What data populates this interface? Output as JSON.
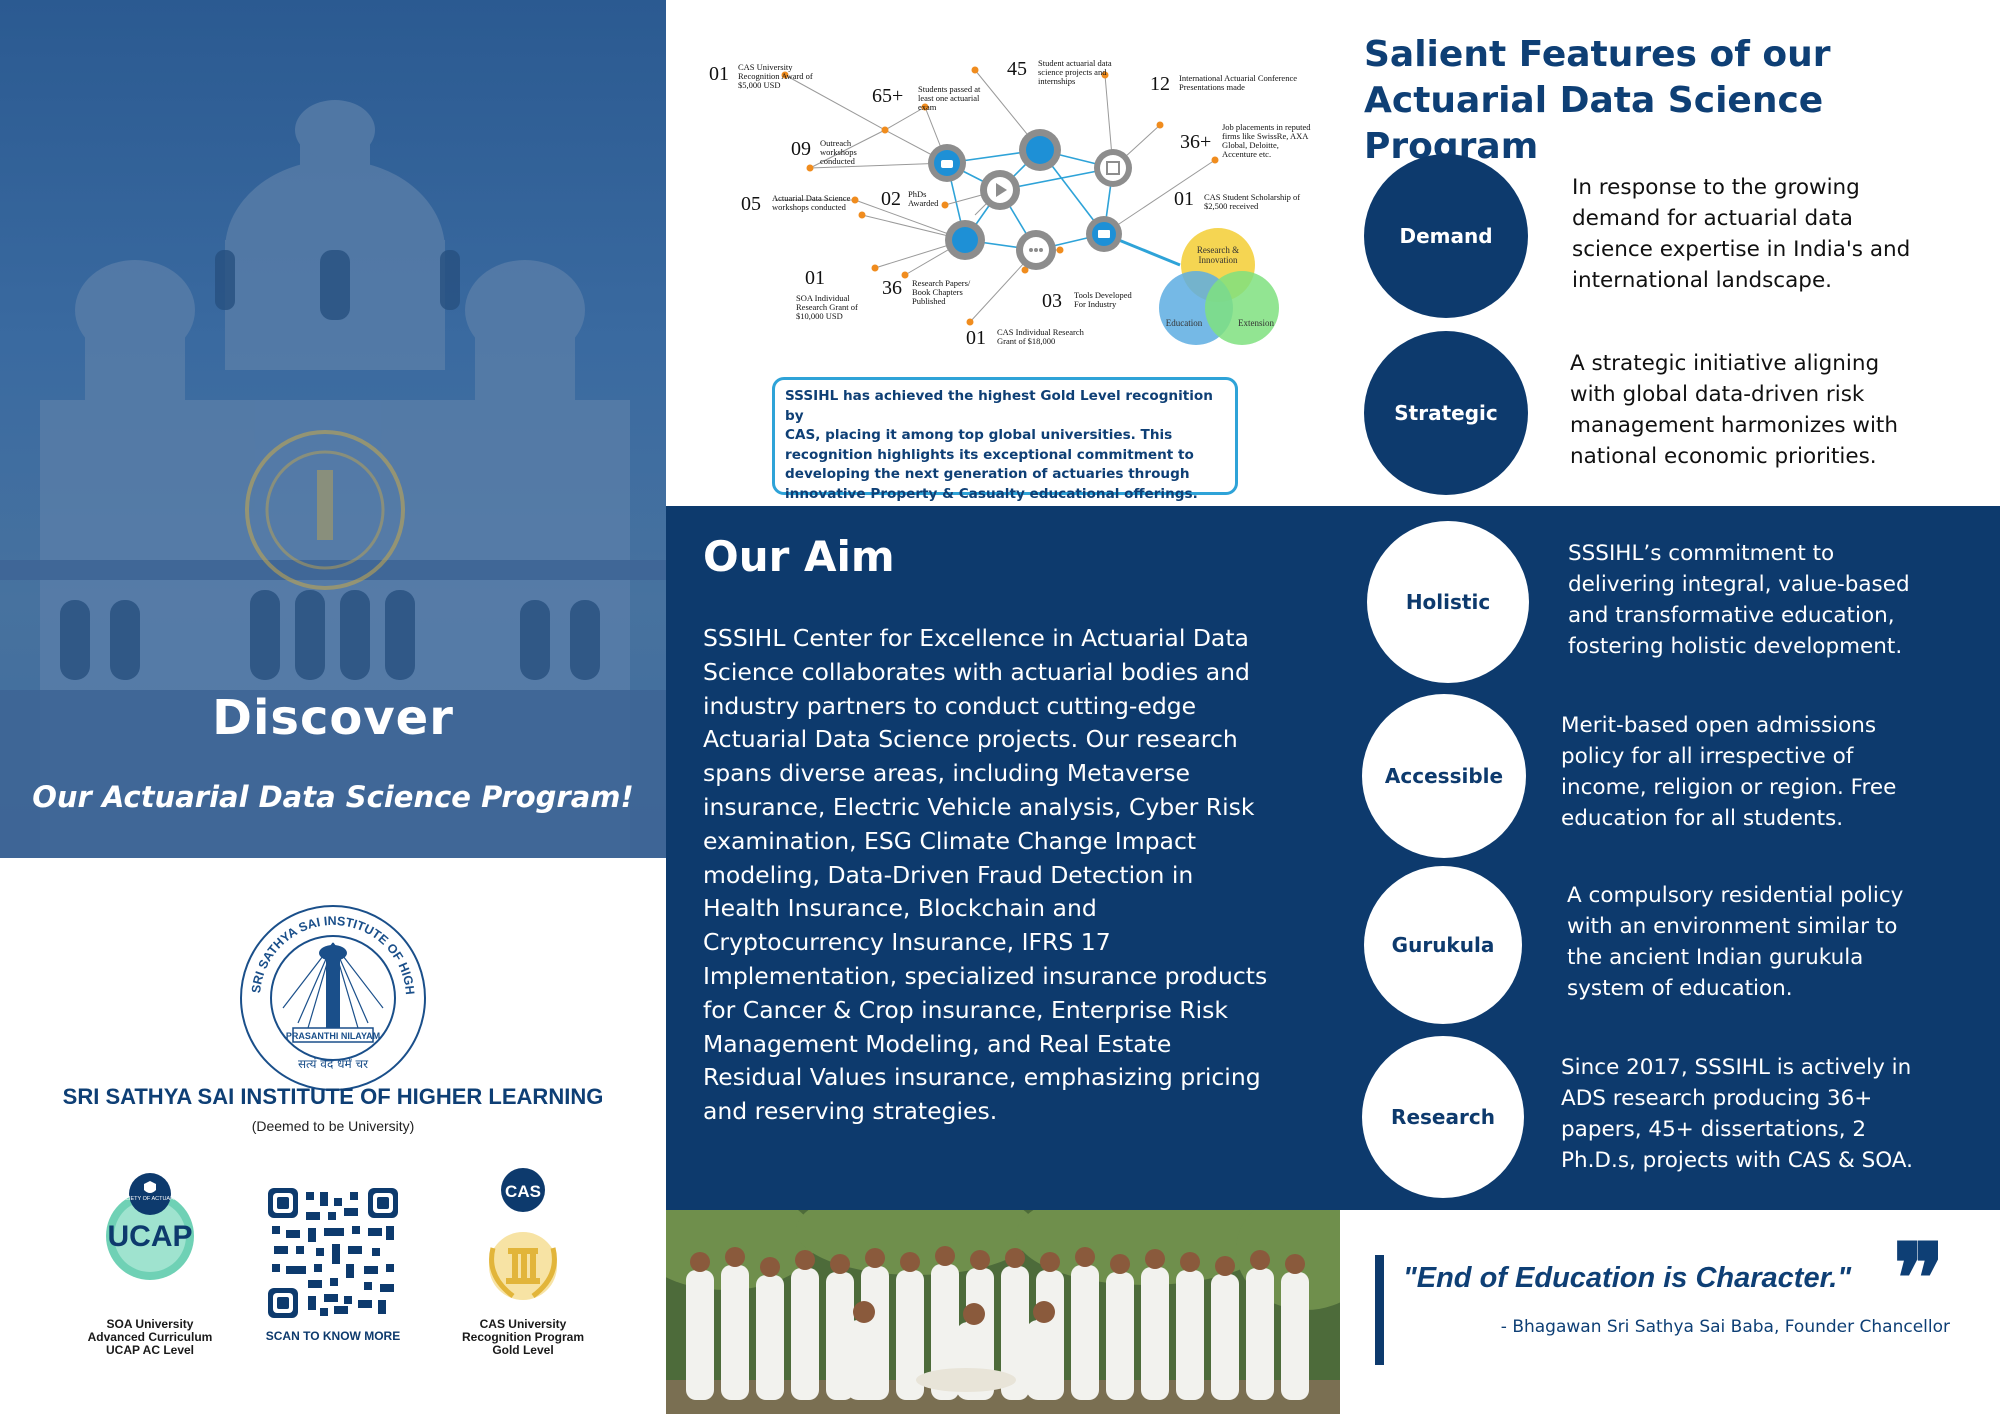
{
  "hero": {
    "title": "Discover",
    "subtitle": "Our Actuarial Data Science Program!"
  },
  "institute": {
    "seal_text": "SRI SATHYA SAI INSTITUTE OF HIGHER LEARNING",
    "seal_inner": "PRASANTHI NILAYAM",
    "seal_motto": "सत्यं वद धर्मं चर",
    "name": "SRI SATHYA SAI INSTITUTE OF HIGHER LEARNING",
    "subtitle": "(Deemed to be University)"
  },
  "badges": [
    {
      "logo_top": "SOCIETY OF ACTUARIES",
      "logo_main": "UCAP",
      "caption": [
        "SOA University",
        "Advanced Curriculum",
        "UCAP AC Level"
      ]
    },
    {
      "caption": [
        "SCAN TO KNOW MORE"
      ]
    },
    {
      "logo_main": "CAS",
      "caption": [
        "CAS University",
        "Recognition Program",
        "Gold Level"
      ]
    }
  ],
  "infographic": {
    "stats": [
      {
        "num": "01",
        "text": [
          "CAS University",
          "Recognition Award of",
          "$5,000 USD"
        ]
      },
      {
        "num": "65+",
        "text": [
          "Students passed at",
          "least one actuarial",
          "exam"
        ]
      },
      {
        "num": "45",
        "text": [
          "Student actuarial data",
          "science projects and",
          "internships"
        ]
      },
      {
        "num": "12",
        "text": [
          "International Actuarial Conference",
          "Presentations made"
        ]
      },
      {
        "num": "36+",
        "text": [
          "Job placements in reputed",
          "firms like SwissRe, AXA",
          "Global, Deloitte,",
          "Accenture etc."
        ]
      },
      {
        "num": "09",
        "text": [
          "Outreach",
          "workshops",
          "conducted"
        ]
      },
      {
        "num": "01",
        "text": [
          "CAS Student Scholarship of",
          "$2,500 received"
        ]
      },
      {
        "num": "05",
        "text": [
          "Actuarial Data Science",
          "workshops conducted"
        ]
      },
      {
        "num": "02",
        "text": [
          "PhDs",
          "Awarded"
        ]
      },
      {
        "num": "01",
        "text": [
          "SOA Individual",
          "Research Grant of",
          "$10,000 USD"
        ]
      },
      {
        "num": "36",
        "text": [
          "Research Papers/",
          "Book Chapters",
          "Published"
        ]
      },
      {
        "num": "03",
        "text": [
          "Tools Developed",
          "For Industry"
        ]
      },
      {
        "num": "01",
        "text": [
          "CAS Individual Research",
          "Grant of $18,000"
        ]
      }
    ],
    "venn": [
      "Research &",
      "Innovation",
      "Education",
      "Extension"
    ],
    "node_icons": [
      "thumbs-up-icon",
      "target-icon",
      "edit-icon",
      "play-icon",
      "chat-icon",
      "mail-icon",
      "circle-icon"
    ]
  },
  "gold_box": {
    "lines": [
      "SSSIHL has achieved the highest Gold Level recognition by",
      "CAS, placing it among top global universities. This",
      "recognition highlights its exceptional commitment to",
      "developing the next generation of actuaries through",
      "innovative Property & Casualty educational offerings."
    ]
  },
  "aim": {
    "title": "Our Aim",
    "lines": [
      "SSSIHL Center for Excellence in Actuarial Data",
      "Science collaborates with actuarial bodies and",
      "industry partners to conduct cutting-edge",
      "Actuarial Data Science projects. Our research",
      "spans diverse areas, including Metaverse",
      "insurance, Electric Vehicle analysis, Cyber Risk",
      "examination, ESG Climate Change Impact",
      "modeling, Data-Driven Fraud Detection in",
      "Health Insurance, Blockchain and",
      "Cryptocurrency Insurance, IFRS 17",
      "Implementation, specialized insurance products",
      "for Cancer & Crop insurance, Enterprise Risk",
      "Management Modeling, and Real Estate",
      "Residual Values insurance, emphasizing pricing",
      "and reserving strategies."
    ]
  },
  "salient": {
    "line1": "Salient Features of our",
    "line2": "Actuarial Data Science Program"
  },
  "features": [
    {
      "label": "Demand",
      "lines": [
        "In response to the growing",
        "demand for actuarial data",
        "science expertise in India's and",
        "international landscape."
      ]
    },
    {
      "label": "Strategic",
      "lines": [
        "A strategic initiative aligning",
        "with global data-driven risk",
        "management harmonizes with",
        "national economic priorities."
      ]
    },
    {
      "label": "Holistic",
      "lines": [
        "SSSIHL’s commitment to",
        "delivering integral, value-based",
        "and transformative education,",
        "fostering holistic development."
      ]
    },
    {
      "label": "Accessible",
      "lines": [
        "Merit-based open admissions",
        "policy for all irrespective of",
        "income, religion or region. Free",
        "education for all students."
      ]
    },
    {
      "label": "Gurukula",
      "lines": [
        "A compulsory residential policy",
        "with an  environment similar to",
        "the ancient Indian gurukula",
        "system of education."
      ]
    },
    {
      "label": "Research",
      "lines": [
        "Since 2017, SSSIHL is actively in",
        "ADS research producing 36+",
        "papers, 45+ dissertations, 2",
        "Ph.D.s, projects with CAS & SOA."
      ]
    }
  ],
  "quote": {
    "text": "\"End of Education is Character.\"",
    "mark": "❞",
    "attribution": "- Bhagawan Sri Sathya Sai Baba, Founder Chancellor"
  },
  "colors": {
    "navy": "#0d3a6d",
    "title_blue": "#0e3f75",
    "accent_cyan": "#2ea3d8",
    "gold": "#e2b53a"
  }
}
